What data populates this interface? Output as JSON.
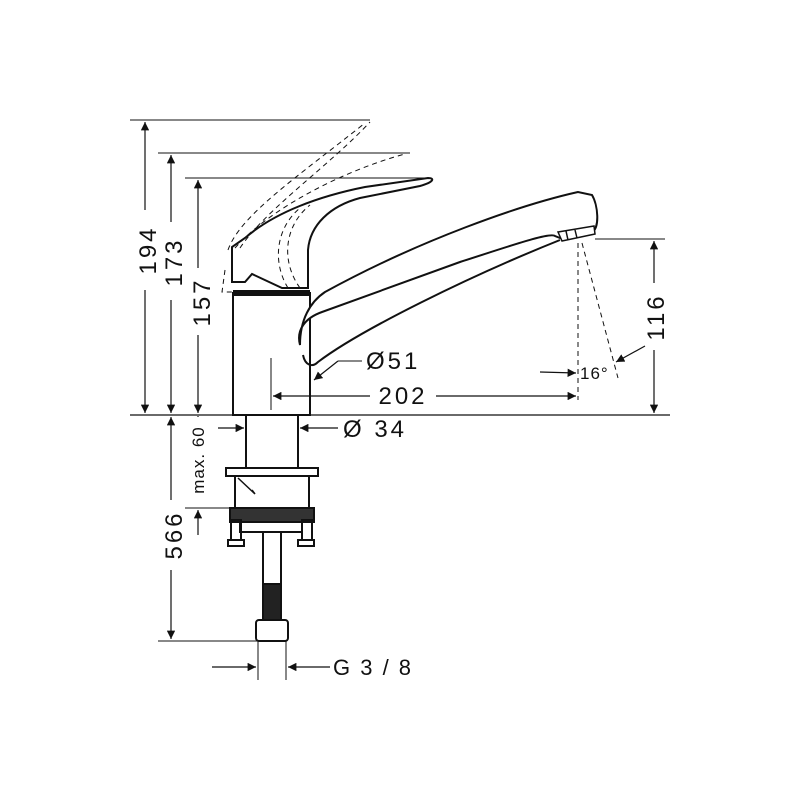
{
  "drawing": {
    "subject": "Single-lever kitchen mixer tap, technical dimension drawing",
    "units": "mm",
    "dimensions": {
      "total_height_lever_open": "194",
      "height_lever_mid": "173",
      "height_lever_closed": "157",
      "spout_outlet_height": "116",
      "spout_projection": "202",
      "spout_diameter": "Ø51",
      "shank_diameter": "Ø 34",
      "spray_angle": "16°",
      "max_deck_thickness": "max. 60",
      "hose_length": "566",
      "connection_thread": "G 3 / 8"
    }
  }
}
